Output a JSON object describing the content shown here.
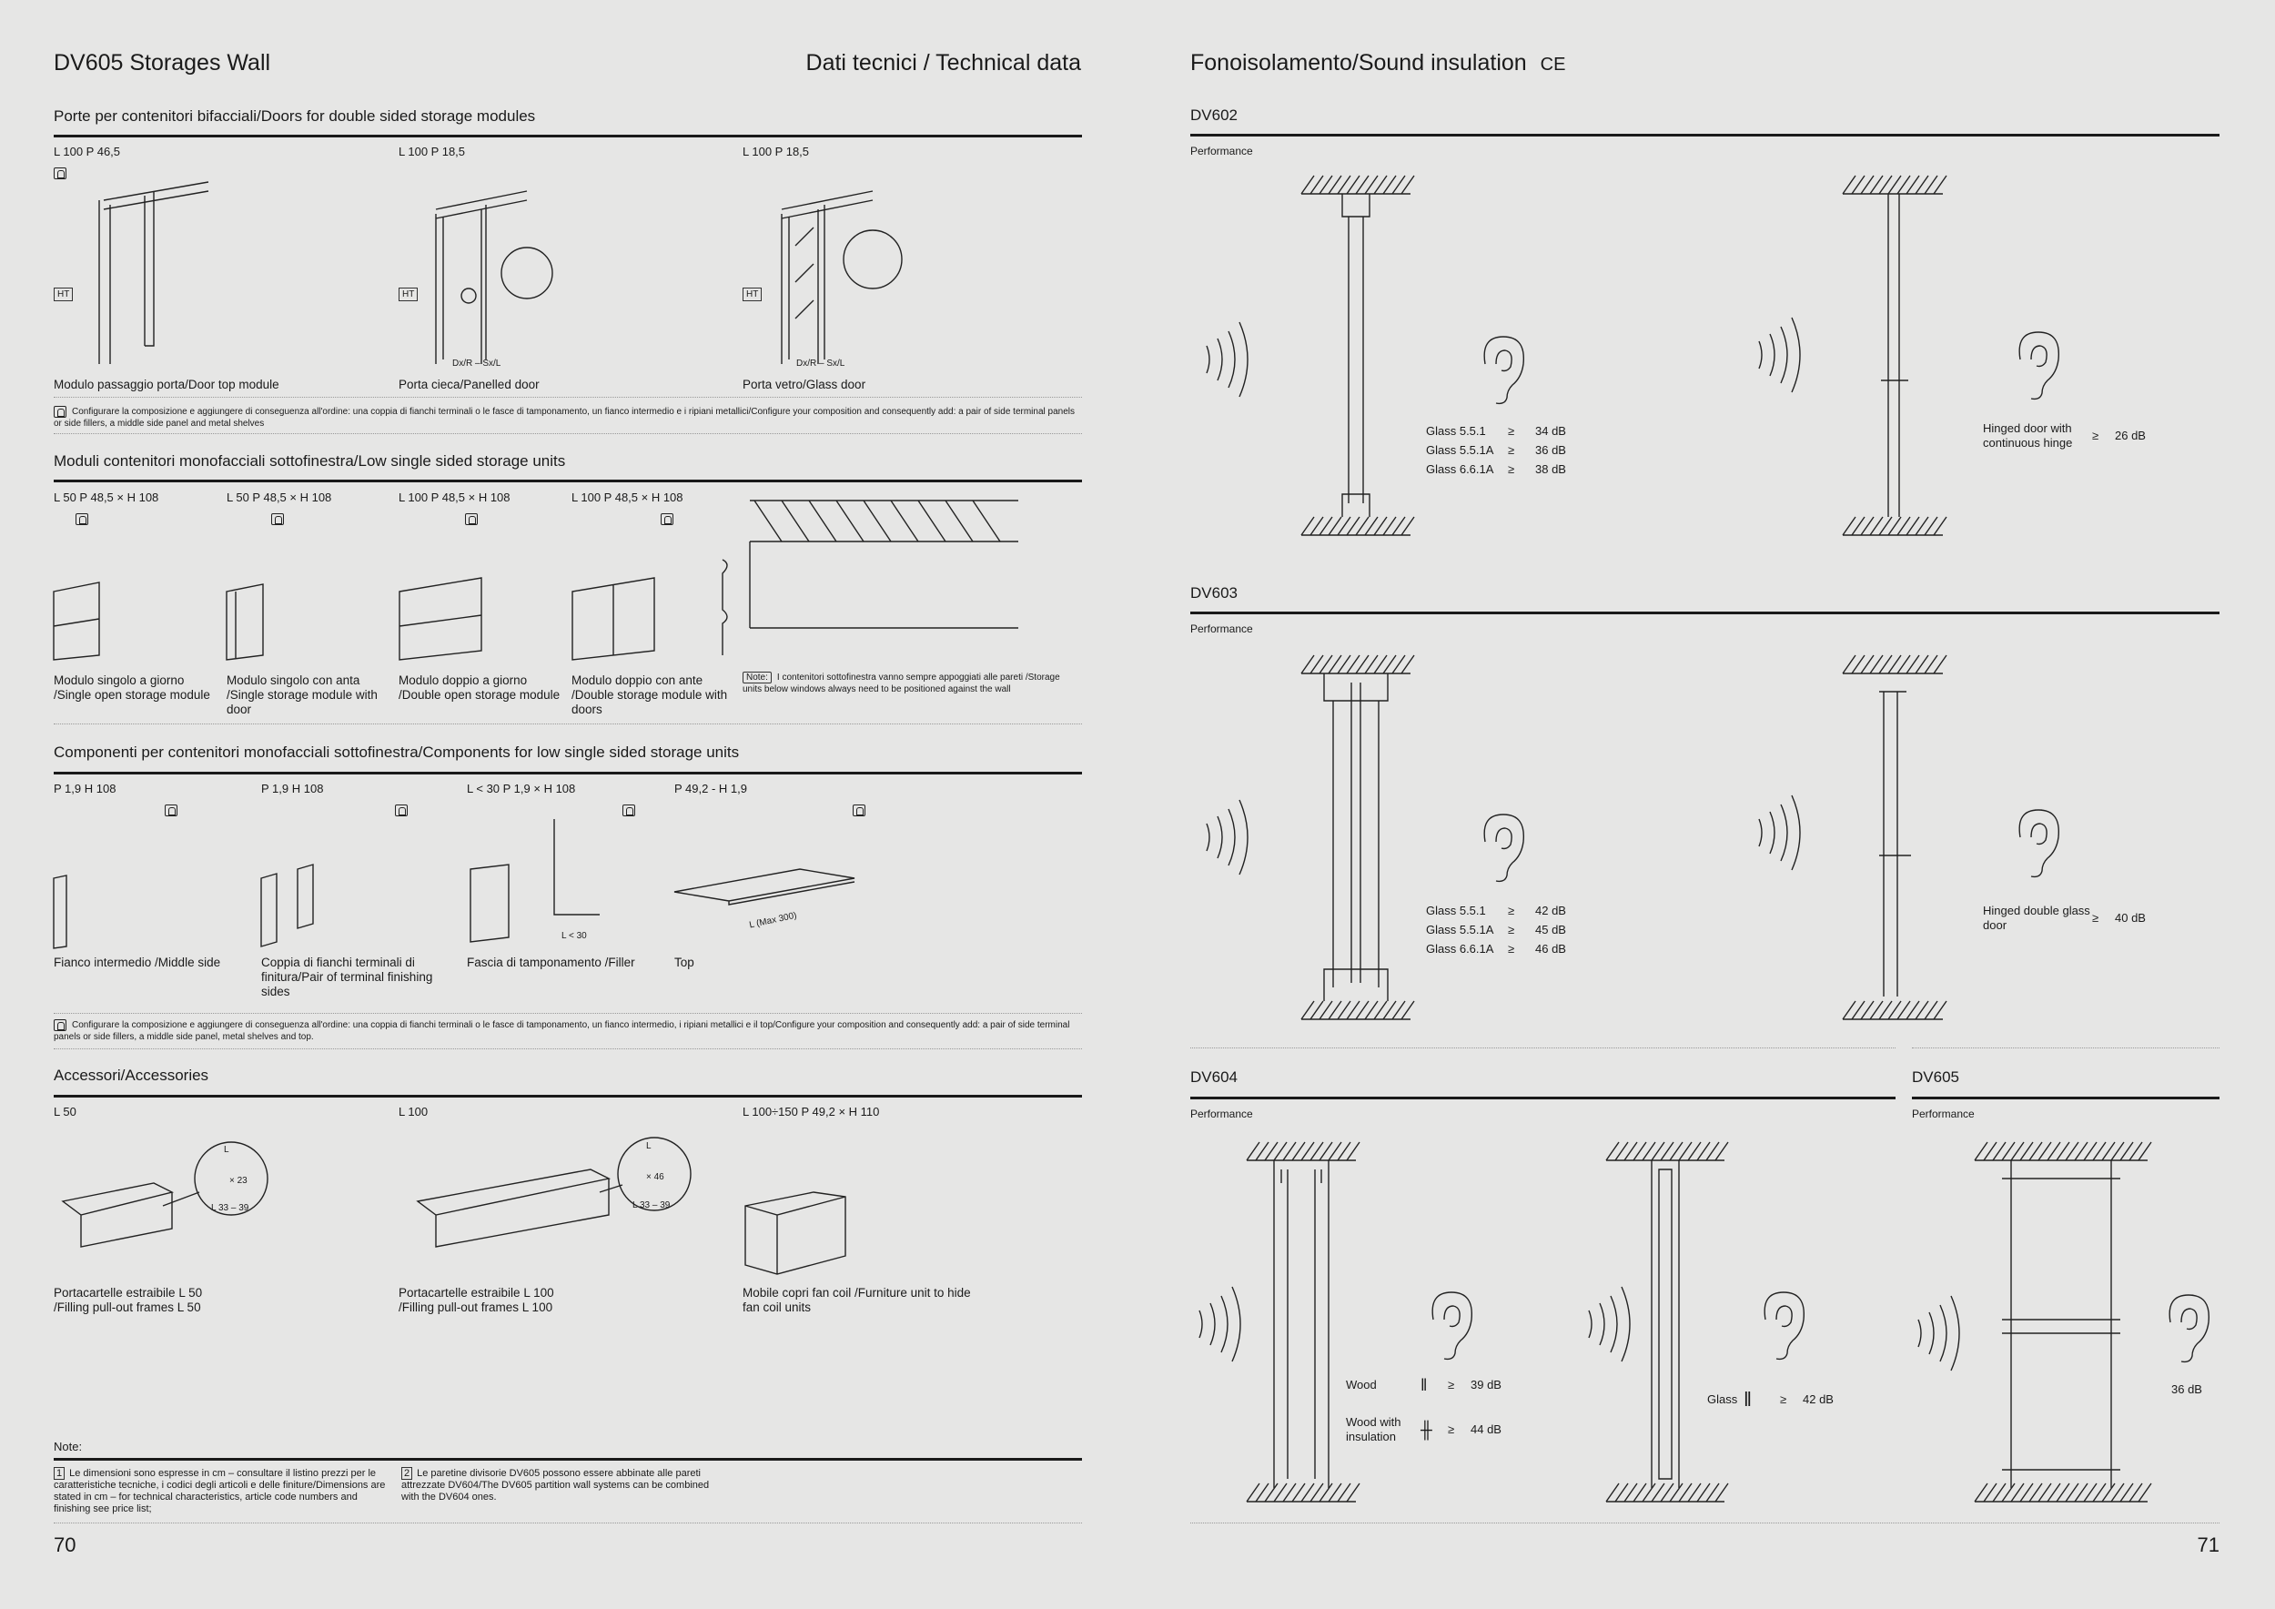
{
  "left": {
    "title": "DV605 Storages Wall",
    "header_right": "Dati tecnici / Technical data",
    "s1": {
      "title": "Porte per contenitori bifacciali/Doors for double sided storage modules",
      "items": [
        {
          "dim": "L 100 P 46,5",
          "caption": "Modulo passaggio porta/Door top module"
        },
        {
          "dim": "L 100 P 18,5",
          "caption": "Porta cieca/Panelled door",
          "tag": "Dx/R – Sx/L"
        },
        {
          "dim": "L 100 P 18,5",
          "caption": "Porta vetro/Glass door",
          "tag": "Dx/R – Sx/L"
        }
      ],
      "ht": "HT",
      "note": "Configurare la composizione e aggiungere di conseguenza all'ordine: una coppia di fianchi terminali o le fasce di tamponamento, un fianco intermedio e i ripiani metallici/Configure your composition and consequently add: a pair of side terminal panels or side fillers, a middle side panel and metal shelves"
    },
    "s2": {
      "title": "Moduli contenitori monofacciali sottofinestra/Low single sided storage units",
      "items": [
        {
          "dim": "L 50 P 48,5 × H 108",
          "caption": "Modulo singolo a giorno /Single open storage module"
        },
        {
          "dim": "L 50 P 48,5 × H 108",
          "caption": "Modulo singolo con anta /Single storage module with door"
        },
        {
          "dim": "L 100 P 48,5 × H 108",
          "caption": "Modulo doppio a giorno /Double open storage module"
        },
        {
          "dim": "L 100 P 48,5 × H 108",
          "caption": "Modulo doppio con ante /Double storage module with doors"
        }
      ],
      "note_label": "Note:",
      "note": "I contenitori sottofinestra vanno sempre appoggiati alle pareti /Storage units below windows always need to be positioned against the wall"
    },
    "s3": {
      "title": "Componenti per contenitori monofacciali sottofinestra/Components for low single sided storage units",
      "items": [
        {
          "dim": "P 1,9 H 108",
          "caption": "Fianco intermedio /Middle side"
        },
        {
          "dim": "P 1,9 H 108",
          "caption": "Coppia di fianchi terminali di finitura/Pair of terminal finishing sides"
        },
        {
          "dim": "L < 30 P 1,9 × H 108",
          "caption": "Fascia di tamponamento /Filler",
          "tag": "L < 30"
        },
        {
          "dim": "P 49,2 - H 1,9",
          "caption": "Top",
          "tag": "L (Max 300)"
        }
      ],
      "note": "Configurare la composizione e aggiungere di conseguenza all'ordine: una coppia di fianchi terminali o le fasce di tamponamento, un fianco intermedio, i ripiani metallici e il top/Configure your composition and consequently add: a pair of side terminal panels or side fillers, a middle side panel, metal shelves and top."
    },
    "s4": {
      "title": "Accessori/Accessories",
      "items": [
        {
          "dim": "L 50",
          "caption": "Portacartelle estraibile L 50 /Filling pull-out frames L 50",
          "count": "× 23",
          "range": "L 33 – 39",
          "l": "L"
        },
        {
          "dim": "L 100",
          "caption": "Portacartelle estraibile L 100 /Filling pull-out frames L 100",
          "count": "× 46",
          "range": "L 33 – 39",
          "l": "L"
        },
        {
          "dim": "L 100÷150 P 49,2 × H 110",
          "caption": "Mobile copri fan coil /Furniture unit to hide fan coil units"
        }
      ]
    },
    "notes": {
      "title": "Note:",
      "n1_num": "1",
      "n1": "Le dimensioni sono espresse in cm – consultare il listino prezzi per le caratteristiche tecniche, i codici degli articoli e delle finiture/Dimensions are stated in cm – for technical characteristics, article code numbers and finishing see price list;",
      "n2_num": "2",
      "n2": "Le paretine divisorie DV605 possono essere abbinate alle pareti attrezzate DV604/The DV605 partition wall systems can be combined with the DV604 ones."
    },
    "page": "70"
  },
  "right": {
    "title": "Fonoisolamento/Sound insulation",
    "ce": "CE",
    "perf": "Performance",
    "dv602": {
      "name": "DV602",
      "a": [
        {
          "k": "Glass 5.5.1",
          "op": "≥",
          "v": "34 dB"
        },
        {
          "k": "Glass 5.5.1A",
          "op": "≥",
          "v": "36 dB"
        },
        {
          "k": "Glass 6.6.1A",
          "op": "≥",
          "v": "38 dB"
        }
      ],
      "b": {
        "k": "Hinged door with continuous hinge",
        "op": "≥",
        "v": "26 dB"
      }
    },
    "dv603": {
      "name": "DV603",
      "a": [
        {
          "k": "Glass 5.5.1",
          "op": "≥",
          "v": "42 dB"
        },
        {
          "k": "Glass 5.5.1A",
          "op": "≥",
          "v": "45 dB"
        },
        {
          "k": "Glass 6.6.1A",
          "op": "≥",
          "v": "46 dB"
        }
      ],
      "b": {
        "k": "Hinged double glass door",
        "op": "≥",
        "v": "40 dB"
      }
    },
    "dv604": {
      "name": "DV604",
      "a": [
        {
          "k": "Wood",
          "op": "≥",
          "v": "39 dB"
        },
        {
          "k": "Wood with insulation",
          "op": "≥",
          "v": "44 dB"
        }
      ],
      "b": {
        "k": "Glass",
        "op": "≥",
        "v": "42 dB"
      }
    },
    "dv605": {
      "name": "DV605",
      "v": "36 dB"
    },
    "page": "71"
  }
}
